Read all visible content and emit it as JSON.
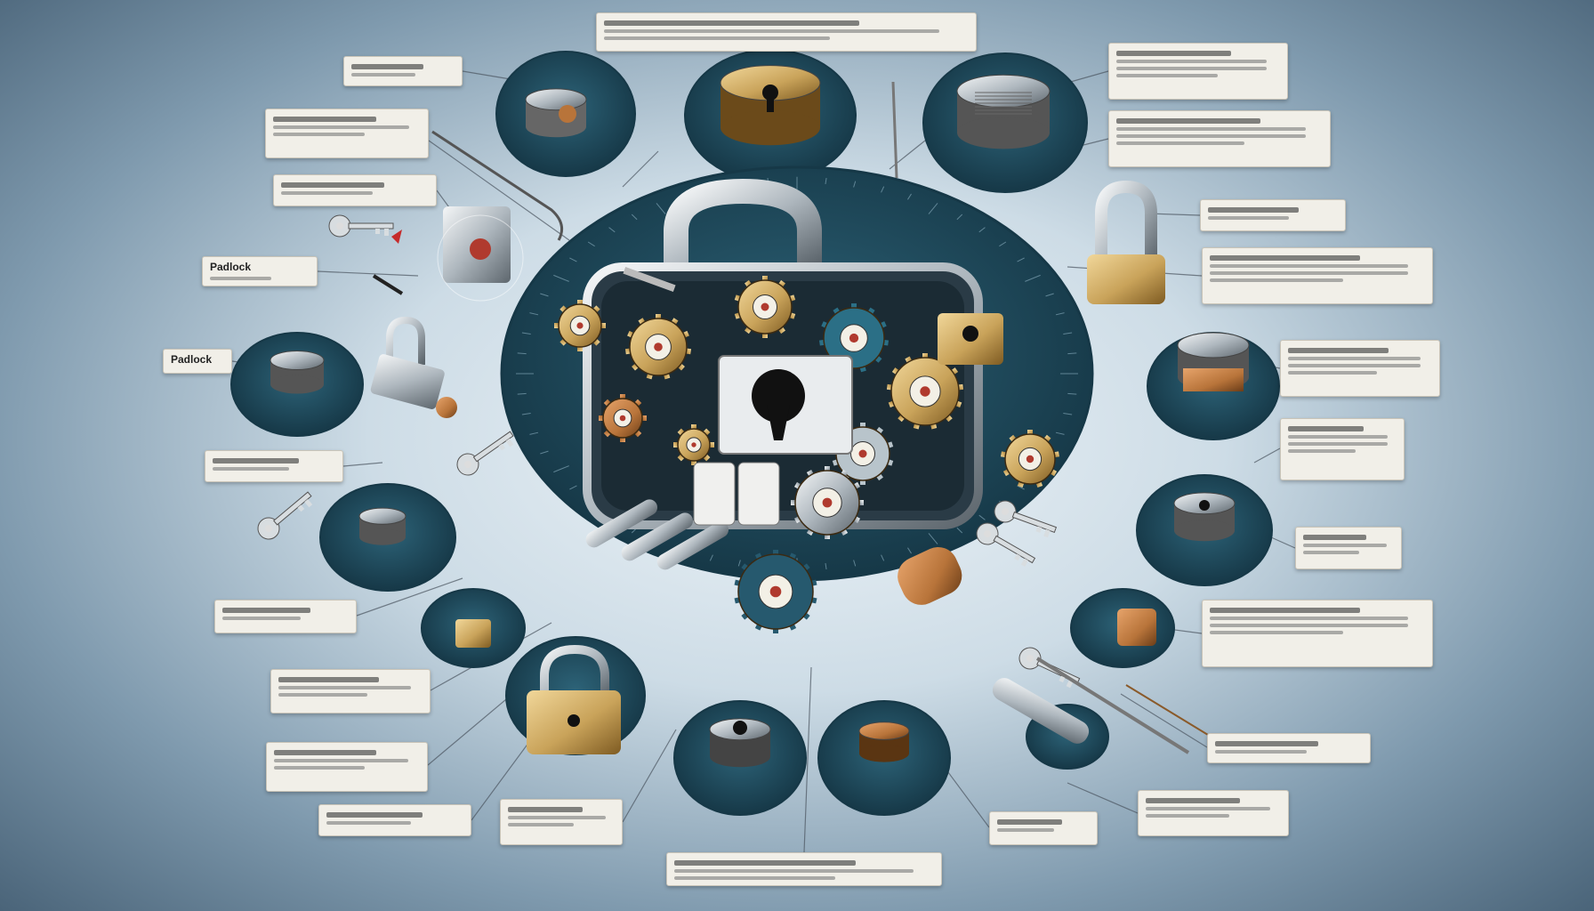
{
  "palette": {
    "disc": "#1f4a5e",
    "disc_edge": "#163847",
    "steel": "#c9cfd4",
    "brass": "#c9a35a",
    "copper": "#b8743a",
    "label_bg": "#f1efe8",
    "leader": "#4b5560"
  },
  "labels": [
    {
      "id": "top-center",
      "title": "",
      "lines": 2
    },
    {
      "id": "left-1",
      "title": "",
      "lines": 1
    },
    {
      "id": "left-2",
      "title": "",
      "lines": 2
    },
    {
      "id": "left-3",
      "title": "",
      "lines": 1
    },
    {
      "id": "left-4",
      "title": "Padlock",
      "lines": 1
    },
    {
      "id": "left-5",
      "title": "Padlock",
      "lines": 0
    },
    {
      "id": "left-6",
      "title": "",
      "lines": 1
    },
    {
      "id": "left-7",
      "title": "",
      "lines": 1
    },
    {
      "id": "left-8",
      "title": "",
      "lines": 2
    },
    {
      "id": "left-9",
      "title": "",
      "lines": 2
    },
    {
      "id": "left-10",
      "title": "",
      "lines": 1
    },
    {
      "id": "bottom-left-2",
      "title": "",
      "lines": 2
    },
    {
      "id": "bottom-center",
      "title": "",
      "lines": 2
    },
    {
      "id": "bottom-right-1",
      "title": "",
      "lines": 1
    },
    {
      "id": "right-1",
      "title": "",
      "lines": 3
    },
    {
      "id": "right-2",
      "title": "",
      "lines": 3
    },
    {
      "id": "right-3",
      "title": "",
      "lines": 1
    },
    {
      "id": "right-4",
      "title": "",
      "lines": 3
    },
    {
      "id": "right-5",
      "title": "",
      "lines": 3
    },
    {
      "id": "right-6",
      "title": "",
      "lines": 3
    },
    {
      "id": "right-7",
      "title": "",
      "lines": 2
    },
    {
      "id": "right-8",
      "title": "",
      "lines": 3
    },
    {
      "id": "right-9",
      "title": "",
      "lines": 1
    },
    {
      "id": "right-10",
      "title": "",
      "lines": 2
    }
  ],
  "icons": [
    "padlock-icon",
    "key-icon",
    "lock-cylinder-icon",
    "gear-icon",
    "combination-dial-icon",
    "keyhole-icon"
  ]
}
